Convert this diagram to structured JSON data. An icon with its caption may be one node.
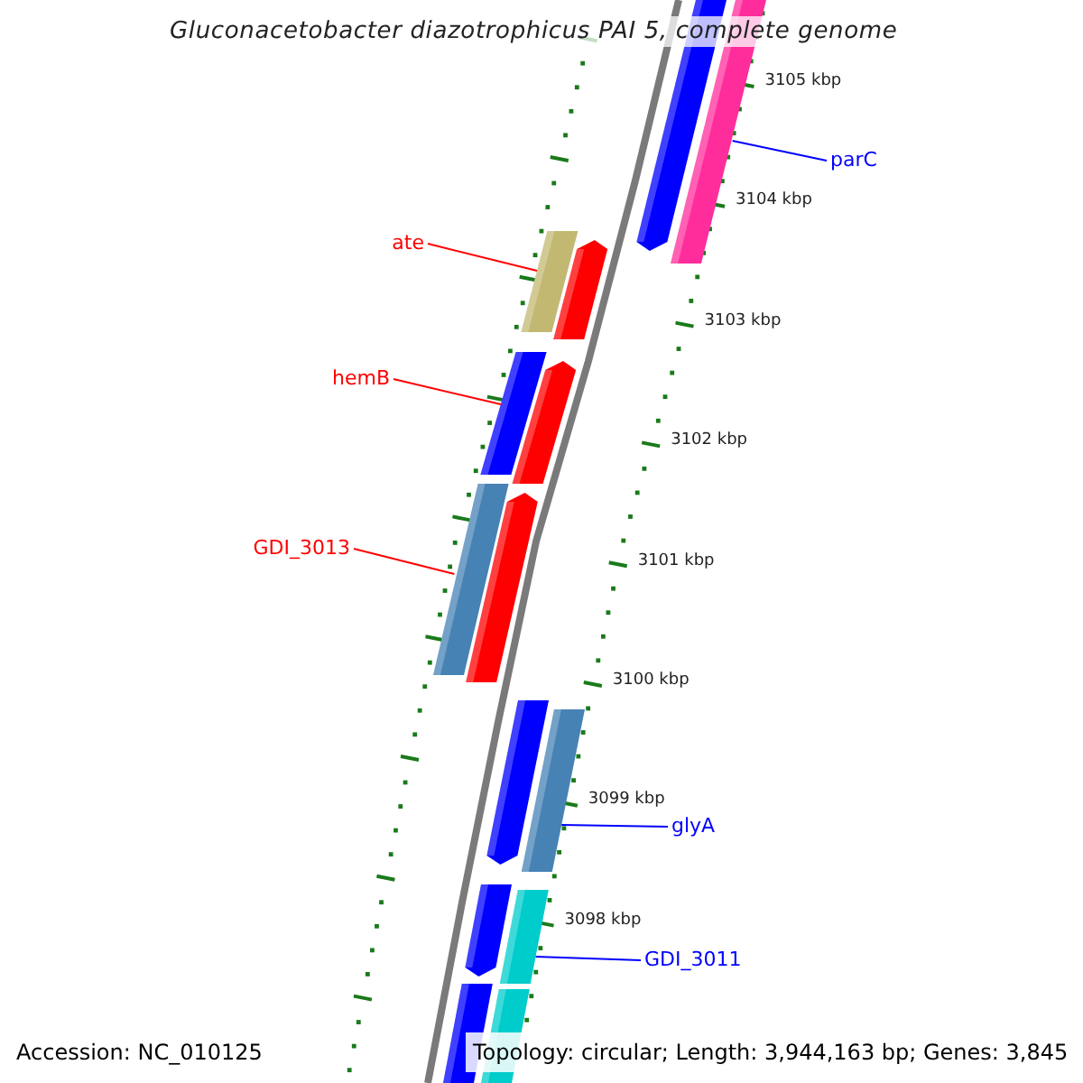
{
  "diagram": {
    "title": "Gluconacetobacter diazotrophicus PAI 5, complete genome",
    "nodes": [
      {
        "text": [
          "parC"
        ]
      },
      {
        "text": [],
        "shape": "bar"
      },
      {
        "text": [
          "ate"
        ]
      },
      {
        "text": [],
        "shape": "bar"
      },
      {
        "text": [
          "hemB"
        ]
      },
      {
        "text": [],
        "shape": "bar"
      },
      {
        "text": [
          "GDI_3013"
        ]
      },
      {
        "text": [],
        "shape": "bar"
      },
      {
        "text": [
          "glyA"
        ]
      },
      {
        "text": [],
        "shape": "bar"
      },
      {
        "text": [
          "GDI_3011"
        ]
      },
      {
        "text": [],
        "shape": "bar"
      },
      {
        "text": [],
        "shape": "bar"
      },
      {
        "text": [],
        "shape": "bar"
      },
      {
        "text": [],
        "shape": "bar"
      },
      {
        "text": [],
        "shape": "bar"
      },
      {
        "text": [],
        "shape": "bar"
      },
      {
        "text": [],
        "shape": "bar"
      },
      {
        "text": [],
        "shape": "bar"
      },
      {
        "text": [],
        "shape": "bar"
      }
    ],
    "edges": [
      {
        "from": 0,
        "to": 1,
        "arrow": "none",
        "color": "#0000ff"
      },
      {
        "from": 2,
        "to": 3,
        "arrow": "none",
        "color": "#ff0000"
      },
      {
        "from": 4,
        "to": 5,
        "arrow": "none",
        "color": "#ff0000"
      },
      {
        "from": 6,
        "to": 7,
        "arrow": "none",
        "color": "#ff0000"
      },
      {
        "from": 8,
        "to": 9,
        "arrow": "none",
        "color": "#0000ff"
      },
      {
        "from": 10,
        "to": 11,
        "arrow": "none",
        "color": "#0000ff"
      }
    ],
    "labels": [
      "3105 kbp",
      "3104 kbp",
      "3103 kbp",
      "3102 kbp",
      "3101 kbp",
      "3100 kbp",
      "3099 kbp",
      "3098 kbp",
      "Accession: NC_010125",
      "Topology: circular; Length: 3,944,163 bp; Genes: 3,845"
    ]
  }
}
